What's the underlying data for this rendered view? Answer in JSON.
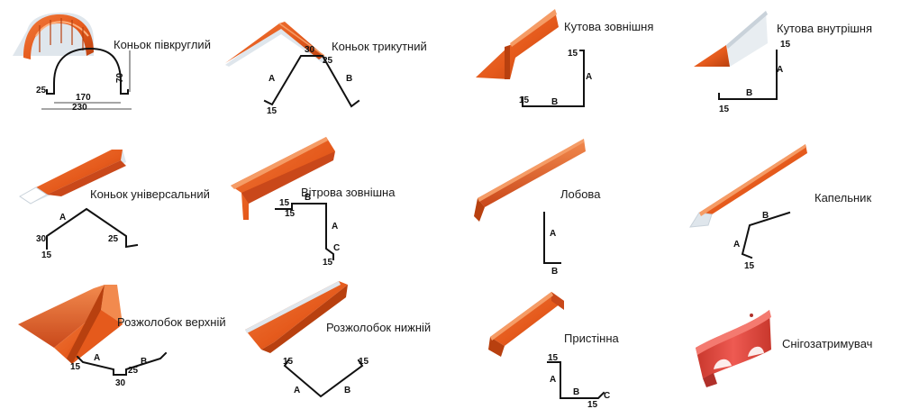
{
  "colors": {
    "metal": "#e55a1c",
    "metal_light": "#f07a3c",
    "metal_dark": "#b8400f",
    "underside": "#dfe6ec",
    "line": "#111111"
  },
  "items": [
    {
      "title": "Коньок півкруглий",
      "dims": [
        "25",
        "170",
        "230",
        "70"
      ]
    },
    {
      "title": "Коньок трикутний",
      "dims": [
        "30",
        "25",
        "A",
        "B",
        "15"
      ]
    },
    {
      "title": "Кутова зовнішня",
      "dims": [
        "15",
        "A",
        "15",
        "B"
      ]
    },
    {
      "title": "Кутова внутрішня",
      "dims": [
        "15",
        "A",
        "B",
        "15"
      ]
    },
    {
      "title": "Коньок універсальний",
      "dims": [
        "A",
        "30",
        "25",
        "15"
      ]
    },
    {
      "title": "Вітрова зовнішна",
      "dims": [
        "15",
        "B",
        "15",
        "A",
        "C",
        "15"
      ]
    },
    {
      "title": "Лобова",
      "dims": [
        "A",
        "B"
      ]
    },
    {
      "title": "Капельник",
      "dims": [
        "B",
        "A",
        "15"
      ]
    },
    {
      "title": "Розжолобок верхній",
      "dims": [
        "15",
        "A",
        "B",
        "25",
        "30"
      ]
    },
    {
      "title": "Розжолобок нижній",
      "dims": [
        "15",
        "15",
        "A",
        "B"
      ]
    },
    {
      "title": "Пристінна",
      "dims": [
        "15",
        "A",
        "B",
        "15",
        "C"
      ]
    },
    {
      "title": "Снігозатримувач",
      "dims": []
    }
  ]
}
